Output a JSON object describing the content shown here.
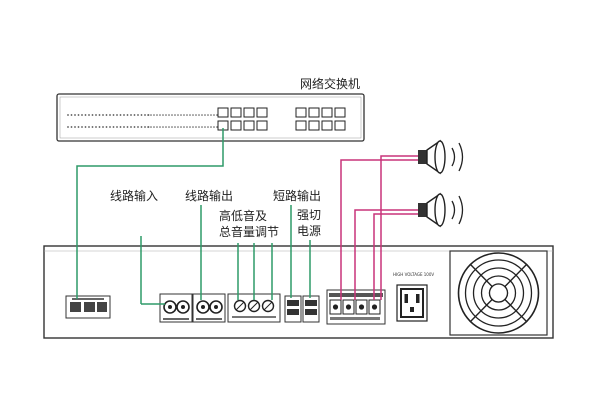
{
  "labels": {
    "switch": "网络交换机",
    "line_in": "线路输入",
    "line_out": "线路输出",
    "hl_tone": "高低音及",
    "master_vol": "总音量调节",
    "short_out": "短路输出",
    "force_cut": "强切",
    "power": "电源",
    "power_spec": "HIGH VOLTAGE 100V"
  },
  "colors": {
    "ethernet_line": "#2e9a68",
    "speaker_line": "#c8347a",
    "outline": "#333333"
  },
  "icons": [
    "speaker-icon",
    "fan-icon",
    "power-socket-icon",
    "rj45-port-icon"
  ]
}
